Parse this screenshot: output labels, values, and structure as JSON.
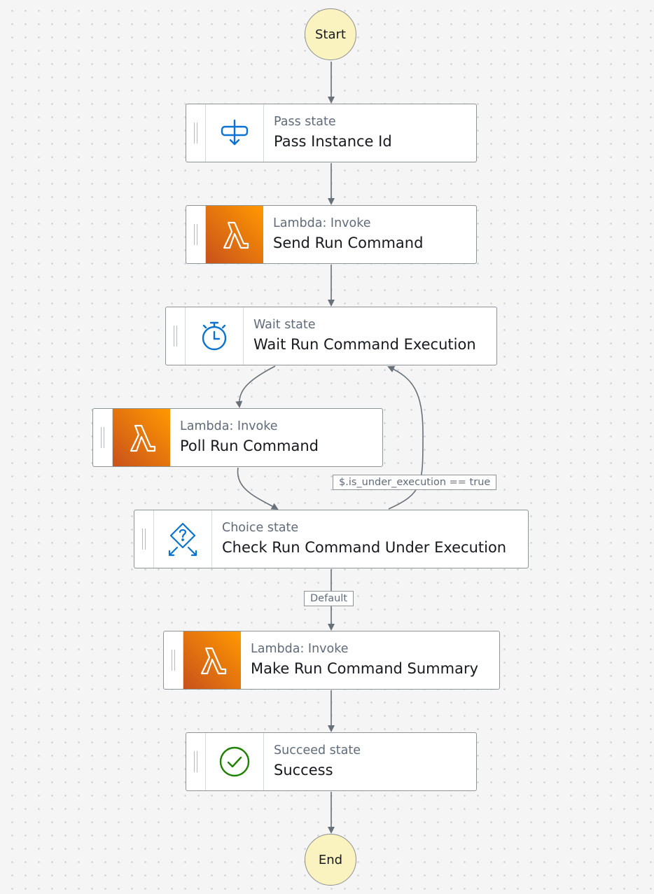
{
  "start_label": "Start",
  "end_label": "End",
  "states": [
    {
      "type": "Pass state",
      "name": "Pass Instance Id",
      "icon": "pass-icon"
    },
    {
      "type": "Lambda: Invoke",
      "name": "Send Run Command",
      "icon": "lambda-icon"
    },
    {
      "type": "Wait state",
      "name": "Wait Run Command Execution",
      "icon": "stopwatch-icon"
    },
    {
      "type": "Lambda: Invoke",
      "name": "Poll Run Command",
      "icon": "lambda-icon"
    },
    {
      "type": "Choice state",
      "name": "Check Run Command Under Execution",
      "icon": "choice-icon"
    },
    {
      "type": "Lambda: Invoke",
      "name": "Make Run Command Summary",
      "icon": "lambda-icon"
    },
    {
      "type": "Succeed state",
      "name": "Success",
      "icon": "check-circle-icon"
    }
  ],
  "transitions": {
    "loop_condition": "$.is_under_execution == true",
    "default": "Default"
  },
  "colors": {
    "lambda_gradient_start": "#c8511b",
    "lambda_gradient_end": "#ff9900",
    "icon_blue": "#0972d3",
    "success_green": "#1d8102",
    "terminal_fill": "#faf3c0",
    "edge": "#687078"
  }
}
